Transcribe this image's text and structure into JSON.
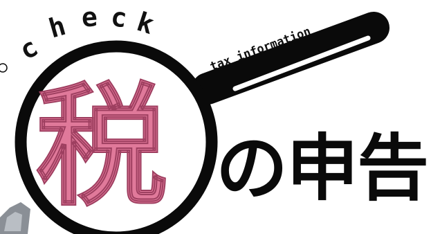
{
  "logo": {
    "check_word": "check",
    "check_letters": [
      "c",
      "h",
      "e",
      "c",
      "k"
    ],
    "handle_text": "tax information",
    "kanji_in_lens": "税",
    "title_suffix": "の申告"
  },
  "colors": {
    "kanji_fill": "#e0799a",
    "ink": "#0a0a0a",
    "background": "#ffffff"
  },
  "icons": {
    "magnifier": "magnifying-glass-icon",
    "corner_fragment": "partial-illustration-icon"
  }
}
